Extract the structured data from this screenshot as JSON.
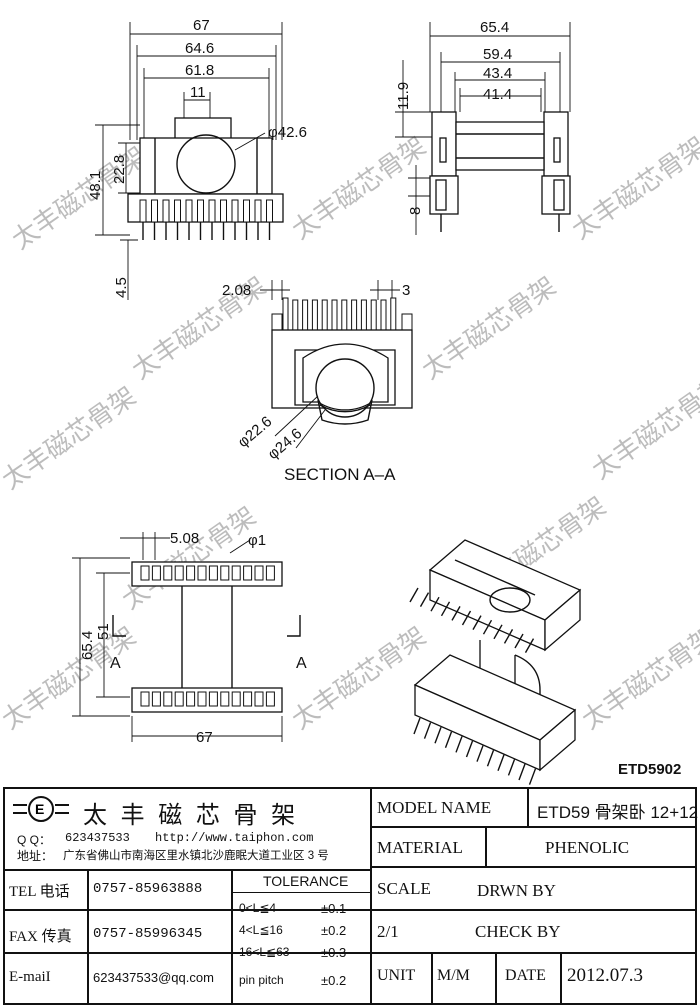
{
  "drawing": {
    "dims_top_left": [
      "67",
      "64.6",
      "61.8",
      "11",
      "φ42.6",
      "48.1",
      "22.8",
      "4.5"
    ],
    "dims_top_right": [
      "65.4",
      "59.4",
      "43.4",
      "41.4",
      "11.9",
      "8"
    ],
    "dims_section": [
      "2.08",
      "3",
      "φ22.6",
      "φ24.6"
    ],
    "section_label": "SECTION A–A",
    "dims_bottom_left": [
      "5.08",
      "φ1",
      "65.4",
      "51",
      "67"
    ],
    "section_marker": "A",
    "model_code": "ETD5902",
    "watermark_text": "太丰磁芯骨架"
  },
  "titleblock": {
    "company": "太 丰 磁 芯 骨 架",
    "qq_label": "Q Q：",
    "qq": "623437533",
    "website": "http://www.taiphon.com",
    "address_label": "地址：",
    "address": "广东省佛山市南海区里水镇北沙鹿眠大道工业区 3 号",
    "tel_label": "TEL 电话",
    "tel": "0757-85963888",
    "fax_label": "FAX 传真",
    "fax": "0757-85996345",
    "email_label": "E-maiI",
    "email": "623437533@qq.com",
    "tolerance_label": "TOLERANCE",
    "tolerances": [
      {
        "range": "0<L≦4",
        "value": "±0.1"
      },
      {
        "range": "4<L≦16",
        "value": "±0.2"
      },
      {
        "range": "16<L≦63",
        "value": "±0.3"
      },
      {
        "range": "pin pitch",
        "value": "±0.2"
      }
    ],
    "model_name_label": "MODEL NAME",
    "model_name": "ETD59 骨架卧 12+12",
    "material_label": "MATERIAL",
    "material": "PHENOLIC",
    "scale_label": "SCALE",
    "scale": "2/1",
    "drawn_label": "DRWN BY",
    "check_label": "CHECK BY",
    "unit_label": "UNIT",
    "unit": "M/M",
    "date_label": "DATE",
    "date": "2012.07.3"
  }
}
